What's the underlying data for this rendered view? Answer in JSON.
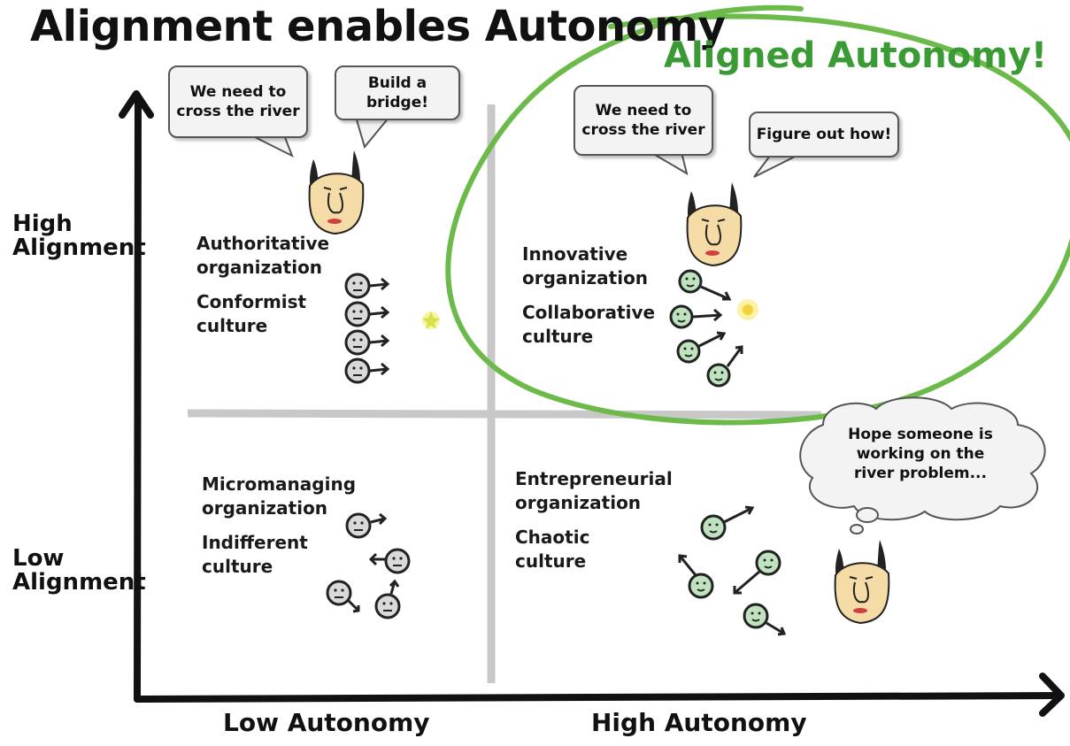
{
  "title": "Alignment enables Autonomy",
  "highlight_label": "Aligned Autonomy!",
  "axes": {
    "y_high": "High\nAlignment",
    "y_low": "Low\nAlignment",
    "x_low": "Low Autonomy",
    "x_high": "High Autonomy"
  },
  "quadrants": {
    "top_left": {
      "org": "Authoritative\norganization",
      "culture": "Conformist\nculture",
      "bubbles": [
        "We need to\ncross the river",
        "Build a\nbridge!"
      ]
    },
    "top_right": {
      "org": "Innovative\norganization",
      "culture": "Collaborative\nculture",
      "bubbles": [
        "We need to\ncross the river",
        "Figure out how!"
      ]
    },
    "bottom_left": {
      "org": "Micromanaging\norganization",
      "culture": "Indifferent\nculture"
    },
    "bottom_right": {
      "org": "Entrepreneurial\norganization",
      "culture": "Chaotic\nculture",
      "thought": "Hope someone is\nworking on the\nriver problem..."
    }
  },
  "colors": {
    "highlight": "#6cbb4a",
    "grid": "#c8c8c8",
    "axis": "#111111",
    "face_gray": "#d9d9d9",
    "face_green": "#bfe3bf",
    "boss_skin": "#f5dba6"
  },
  "icons": [
    "boss-face-icon",
    "worker-face-icon",
    "speech-bubble-icon",
    "thought-cloud-icon",
    "arrow-icon"
  ]
}
